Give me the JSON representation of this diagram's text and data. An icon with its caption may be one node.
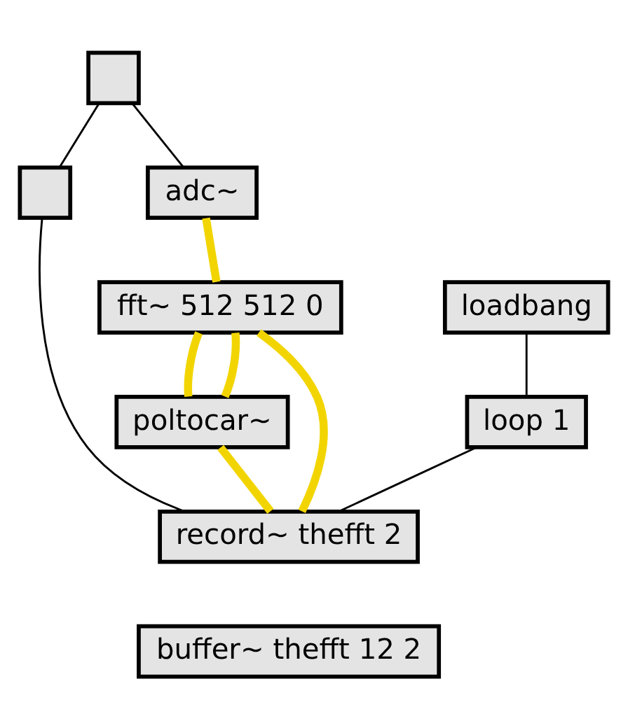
{
  "diagram": {
    "nodes": [
      {
        "text": [],
        "shape": "box"
      },
      {
        "text": [],
        "shape": "box"
      },
      {
        "text": [
          "adc~"
        ]
      },
      {
        "text": [
          "loadbang"
        ]
      },
      {
        "text": [
          "fft~ 512 512 0"
        ]
      },
      {
        "text": [
          "loop 1"
        ]
      },
      {
        "text": [
          "poltocar~"
        ]
      },
      {
        "text": [
          "record~ thefft 2"
        ]
      },
      {
        "text": [
          "buffer~ thefft 12 2"
        ]
      }
    ],
    "edges": [
      {
        "from": 0,
        "to": 1,
        "arrow": "none"
      },
      {
        "from": 0,
        "to": 2,
        "arrow": "none"
      },
      {
        "from": 2,
        "to": 4,
        "arrow": "none",
        "style": "thick",
        "color": "#f2d500"
      },
      {
        "from": 3,
        "to": 5,
        "arrow": "none"
      },
      {
        "from": 4,
        "to": 6,
        "arrow": "none",
        "style": "thick",
        "color": "#f2d500"
      },
      {
        "from": 4,
        "to": 6,
        "arrow": "none",
        "style": "thick",
        "color": "#f2d500"
      },
      {
        "from": 1,
        "to": 7,
        "arrow": "none"
      },
      {
        "from": 5,
        "to": 7,
        "arrow": "none"
      },
      {
        "from": 6,
        "to": 7,
        "arrow": "none",
        "style": "thick",
        "color": "#f2d500"
      },
      {
        "from": 4,
        "to": 7,
        "arrow": "none",
        "style": "thick",
        "color": "#f2d500"
      }
    ]
  }
}
